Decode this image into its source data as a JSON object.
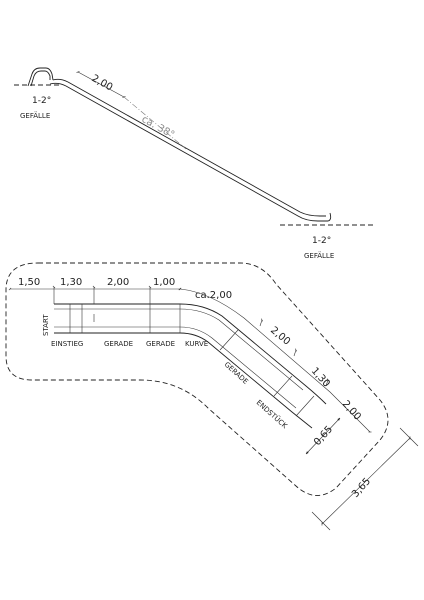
{
  "side_view": {
    "slope_top": "1-2°",
    "gefaelle_top": "GEFÄLLE",
    "length_top": "2,00",
    "angle": "ca. 38°",
    "slope_bottom": "1-2°",
    "gefaelle_bottom": "GEFÄLLE"
  },
  "plan_view": {
    "dim_start": "1,50",
    "dim_einstieg": "1,30",
    "dim_gerade_1": "2,00",
    "dim_gerade_2": "1,00",
    "dim_kurve": "ca.2,00",
    "dim_gerade_3": "2,00",
    "dim_endstueck": "1,30",
    "dim_end": "2,00",
    "dim_width": "0,65",
    "dim_total": "3,65",
    "label_start": "START",
    "label_einstieg": "EINSTIEG",
    "label_gerade_1": "GERADE",
    "label_gerade_2": "GERADE",
    "label_kurve": "KURVE",
    "label_gerade_3": "GERADE",
    "label_endstueck": "ENDSTÜCK"
  }
}
